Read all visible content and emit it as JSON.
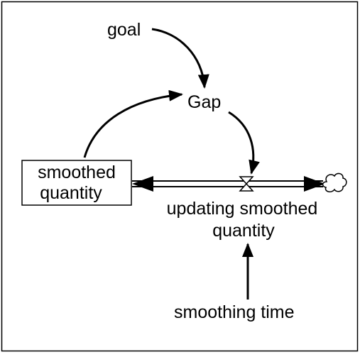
{
  "diagram": {
    "variables": {
      "goal": "goal",
      "gap": "Gap",
      "smoothing_time": "smoothing time"
    },
    "stock": {
      "label_line1": "smoothed",
      "label_line2": "quantity"
    },
    "flow": {
      "label_line1": "updating smoothed",
      "label_line2": "quantity"
    },
    "colors": {
      "line": "#000000",
      "background": "#ffffff"
    }
  }
}
